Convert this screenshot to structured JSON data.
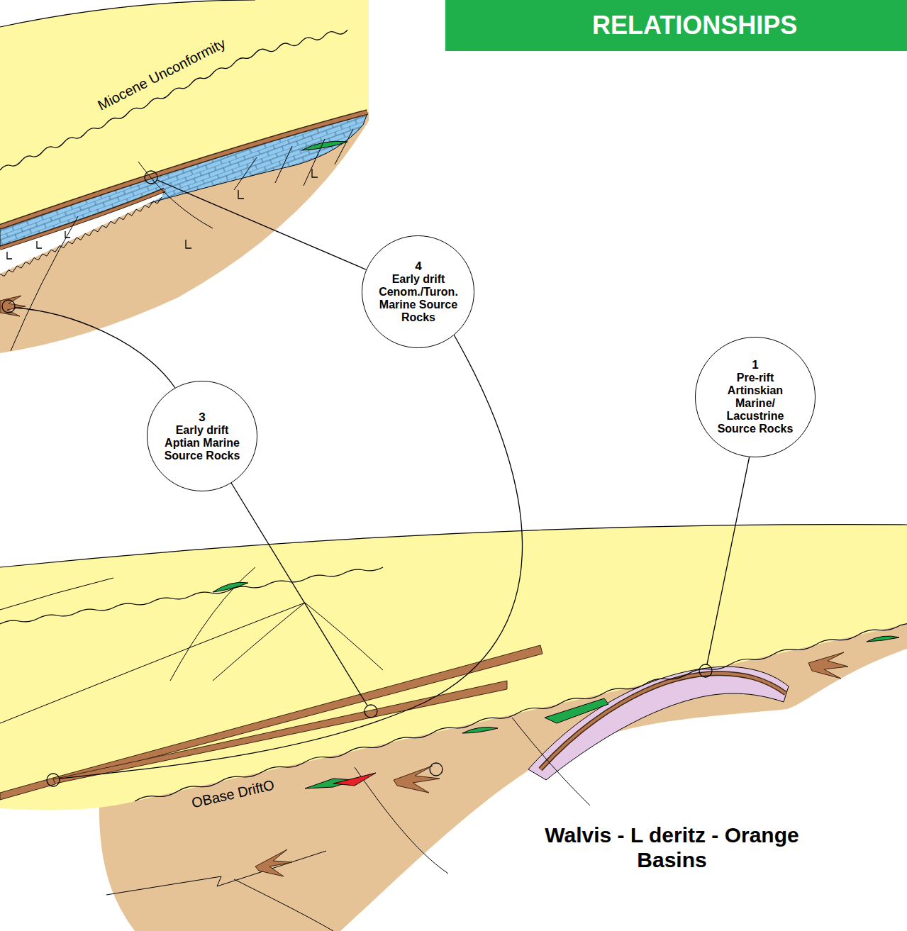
{
  "diagram": {
    "title": "RELATIONSHIPS",
    "nodes": [
      {
        "text": [
          "4",
          "Early drift Cenom./Turon. Marine Source Rocks"
        ]
      },
      {
        "text": [
          "1",
          "Pre-rift Artinskian Marine/ Lacustrine Source Rocks"
        ]
      },
      {
        "text": [
          "3",
          "Early drift Aptian Marine Source Rocks"
        ]
      }
    ],
    "labels": [
      "Miocene Unconformity",
      "OBase DriftO",
      "Walvis - L deritz - Orange Basins"
    ]
  }
}
